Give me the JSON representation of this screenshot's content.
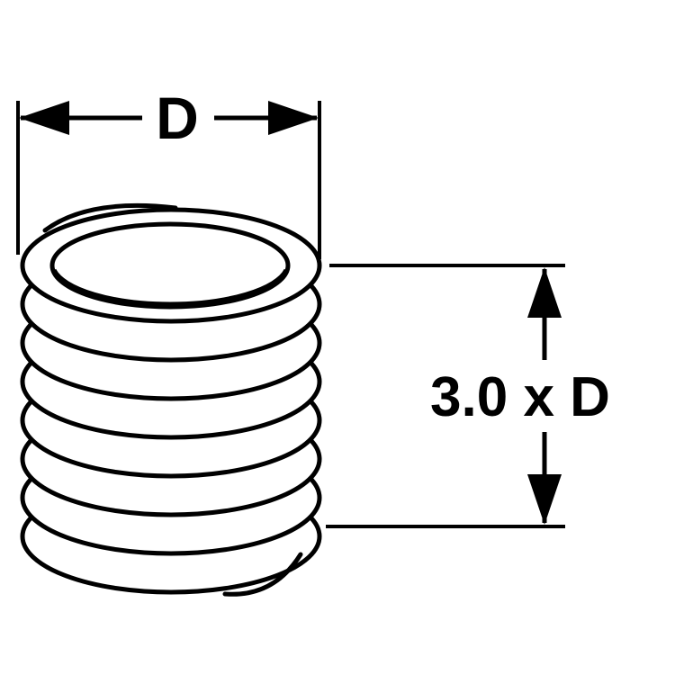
{
  "diagram": {
    "type": "technical-drawing",
    "subject": "helical-coil-wire-thread-insert",
    "background_color": "#ffffff",
    "line_color": "#000000",
    "dimensions": {
      "diameter": {
        "label": "D",
        "measured": "outer diameter across top of coil"
      },
      "length": {
        "label": "3.0 x D",
        "measured": "installed length of coil insert"
      }
    }
  }
}
